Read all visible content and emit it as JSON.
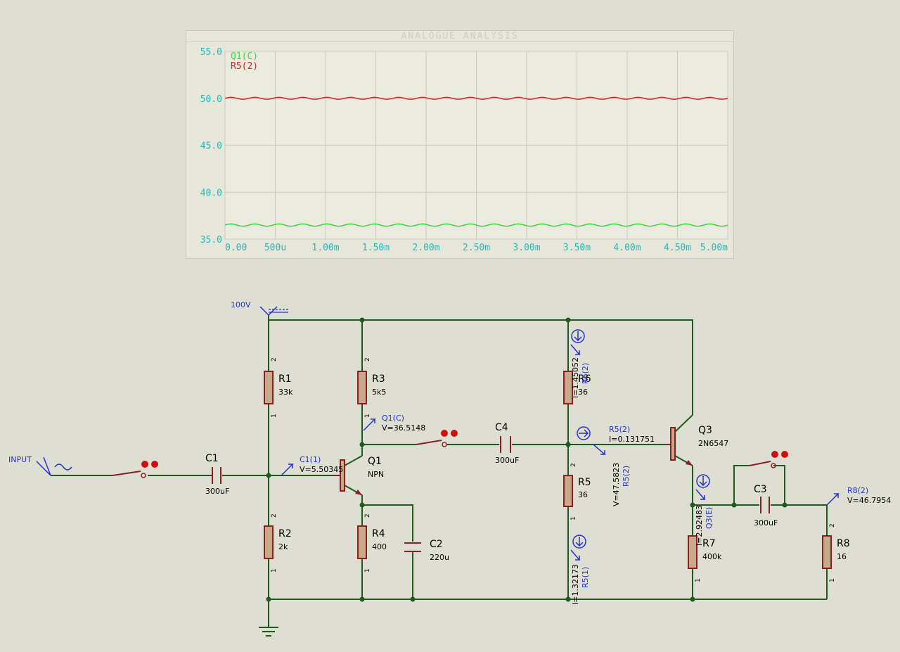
{
  "window": {
    "title": "ANALOGUE ANALYSIS"
  },
  "chart_data": {
    "type": "line",
    "title": "ANALOGUE ANALYSIS",
    "xlabel": "",
    "ylabel": "",
    "xlim": [
      0,
      0.005
    ],
    "ylim": [
      35,
      55
    ],
    "y_ticks": [
      "55.0",
      "50.0",
      "45.0",
      "40.0",
      "35.0"
    ],
    "y_tick_values": [
      55,
      50,
      45,
      40,
      35
    ],
    "x_ticks": [
      "0.00",
      "500u",
      "1.00m",
      "1.50m",
      "2.00m",
      "2.50m",
      "3.00m",
      "3.50m",
      "4.00m",
      "4.50m",
      "5.00m"
    ],
    "x_tick_values": [
      0,
      0.0005,
      0.001,
      0.0015,
      0.002,
      0.0025,
      0.003,
      0.0035,
      0.004,
      0.0045,
      0.005
    ],
    "grid": true,
    "legend": "top-left",
    "series": [
      {
        "name": "Q1(C)",
        "color": "#33dd33",
        "mean": 36.5,
        "ripple": 0.12,
        "cycles": 21
      },
      {
        "name": "R5(2)",
        "color": "#dd2222",
        "mean": 50.0,
        "ripple": 0.1,
        "cycles": 21
      }
    ]
  },
  "schematic": {
    "supply": {
      "label": "100V"
    },
    "input": {
      "label": "INPUT"
    },
    "components": [
      {
        "ref": "R1",
        "value": "33k"
      },
      {
        "ref": "R2",
        "value": "2k"
      },
      {
        "ref": "R3",
        "value": "5k5"
      },
      {
        "ref": "R4",
        "value": "400"
      },
      {
        "ref": "R5",
        "value": "36"
      },
      {
        "ref": "R6",
        "value": "36"
      },
      {
        "ref": "R7",
        "value": "400k"
      },
      {
        "ref": "R8",
        "value": "16"
      },
      {
        "ref": "C1",
        "value": "300uF"
      },
      {
        "ref": "C2",
        "value": "220u"
      },
      {
        "ref": "C3",
        "value": "300uF"
      },
      {
        "ref": "C4",
        "value": "300uF"
      },
      {
        "ref": "Q1",
        "value": "NPN"
      },
      {
        "ref": "Q3",
        "value": "2N6547"
      }
    ],
    "pins": {
      "one": "1",
      "two": "2"
    },
    "probes": {
      "c1_1": {
        "name": "C1(1)",
        "reading": "V=5.50345"
      },
      "q1_c": {
        "name": "Q1(C)",
        "reading": "V=36.5148"
      },
      "r5_2_i": {
        "name": "R5(2)",
        "reading": "I=0.131751"
      },
      "r5_2_v": {
        "name": "R5(2)",
        "reading": "V=47.5823"
      },
      "r6_2": {
        "name": "R6(2)",
        "reading": "I=1.45052"
      },
      "r5_1": {
        "name": "R5(1)",
        "reading": "I=1.32173"
      },
      "q3_e": {
        "name": "Q3(E)",
        "reading": "I=2.92483"
      },
      "r8_2": {
        "name": "R8(2)",
        "reading": "V=46.7954"
      }
    },
    "colors": {
      "wire": "#1e5c1e",
      "part": "#8b2020",
      "probe": "#2233cc",
      "label": "#000000"
    }
  }
}
